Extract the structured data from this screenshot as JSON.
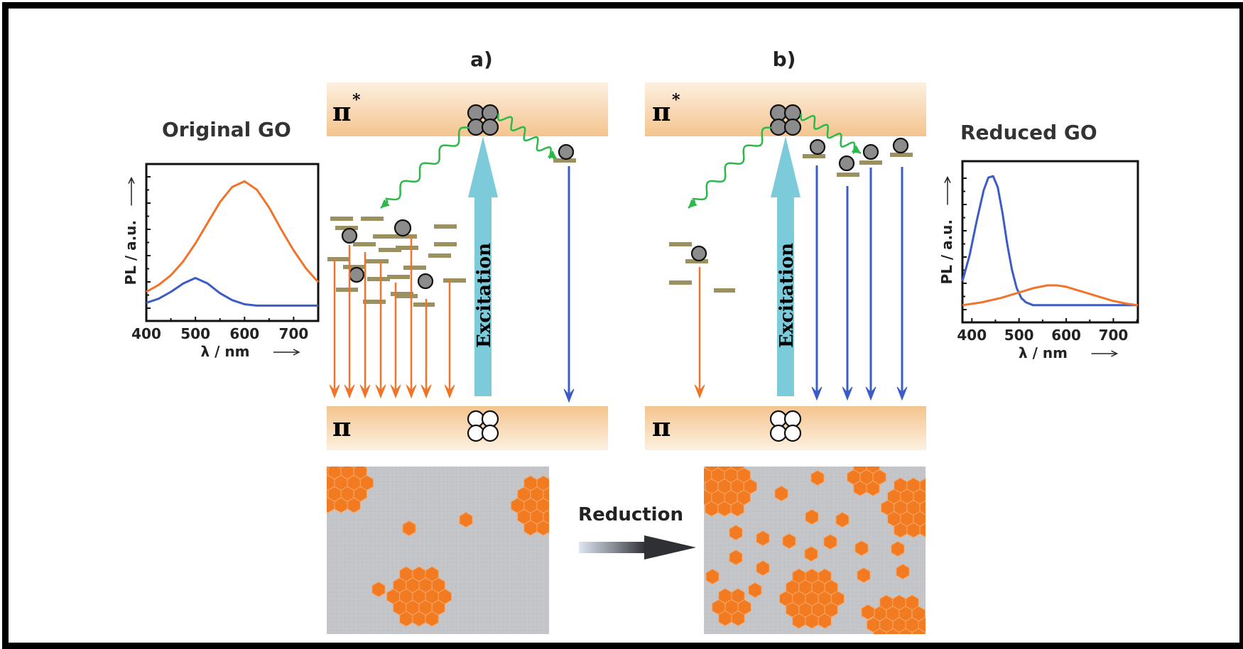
{
  "panels": {
    "a": {
      "label": "a)"
    },
    "b": {
      "label": "b)"
    }
  },
  "bands": {
    "upper": "π",
    "upper_sup": "*",
    "lower": "π"
  },
  "excitation_label": "Excitation",
  "reduction_label": "Reduction",
  "colors": {
    "band": "#f4c48e",
    "excitation": "#7ccbdb",
    "orange_emission": "#f0742a",
    "blue_emission": "#3b5cc4",
    "relaxation_wave": "#2db84a",
    "trap_level": "#9a9060",
    "electron": "#8c8c8c",
    "sp2_domain": "#f27b22",
    "sp3_matrix": "#c2c4c8"
  },
  "chart_data": [
    {
      "type": "line",
      "title": "Original GO",
      "xlabel": "λ / nm",
      "ylabel": "PL / a.u.",
      "xlim": [
        400,
        750
      ],
      "ylim": [
        0,
        1
      ],
      "xticks": [
        400,
        500,
        600,
        700
      ],
      "grid": false,
      "legend": "none",
      "series": [
        {
          "name": "orange",
          "color": "#f0742a",
          "x": [
            400,
            425,
            450,
            475,
            500,
            525,
            550,
            575,
            600,
            625,
            650,
            675,
            700,
            725,
            750
          ],
          "y": [
            0.12,
            0.17,
            0.24,
            0.34,
            0.47,
            0.62,
            0.77,
            0.88,
            0.92,
            0.86,
            0.73,
            0.57,
            0.42,
            0.29,
            0.19
          ]
        },
        {
          "name": "blue",
          "color": "#3b5cc4",
          "x": [
            400,
            425,
            450,
            475,
            500,
            525,
            550,
            575,
            600,
            625,
            650,
            700,
            750
          ],
          "y": [
            0.04,
            0.07,
            0.12,
            0.18,
            0.22,
            0.18,
            0.11,
            0.06,
            0.03,
            0.02,
            0.02,
            0.02,
            0.02
          ]
        }
      ]
    },
    {
      "type": "line",
      "title": "Reduced GO",
      "xlabel": "λ / nm",
      "ylabel": "PL / a.u.",
      "xlim": [
        380,
        752
      ],
      "ylim": [
        0,
        1
      ],
      "xticks": [
        400,
        500,
        600,
        700
      ],
      "grid": false,
      "legend": "none",
      "series": [
        {
          "name": "blue",
          "color": "#3b5cc4",
          "x": [
            380,
            395,
            410,
            425,
            435,
            445,
            455,
            465,
            475,
            485,
            495,
            505,
            515,
            530,
            550,
            600,
            650,
            700,
            752
          ],
          "y": [
            0.2,
            0.38,
            0.62,
            0.84,
            0.93,
            0.94,
            0.86,
            0.68,
            0.46,
            0.28,
            0.15,
            0.08,
            0.05,
            0.03,
            0.03,
            0.03,
            0.03,
            0.03,
            0.03
          ]
        },
        {
          "name": "orange",
          "color": "#f0742a",
          "x": [
            380,
            420,
            460,
            500,
            530,
            560,
            580,
            600,
            630,
            660,
            700,
            730,
            752
          ],
          "y": [
            0.03,
            0.05,
            0.08,
            0.12,
            0.15,
            0.17,
            0.17,
            0.16,
            0.13,
            0.1,
            0.06,
            0.04,
            0.03
          ]
        }
      ]
    }
  ]
}
